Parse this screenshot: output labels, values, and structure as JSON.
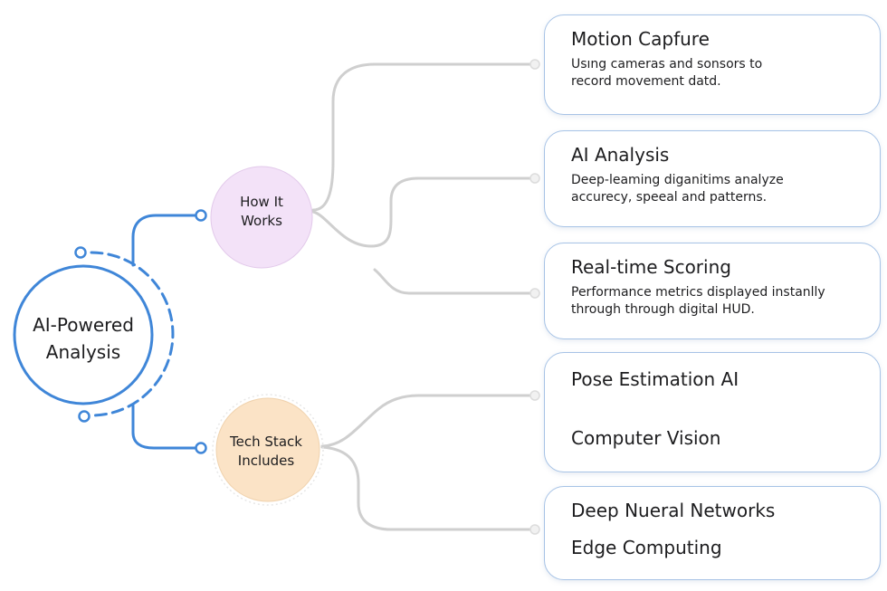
{
  "center": {
    "line1": "AI-Powered",
    "line2": "Analysis"
  },
  "branches": {
    "how_it_works": {
      "line1": "How It",
      "line2": "Works",
      "fill": "#f3e2f8"
    },
    "tech_stack": {
      "line1": "Tech Stack",
      "line2": "Includes",
      "fill": "#fbe3c6"
    }
  },
  "cards": [
    {
      "title": "Motion Capfure",
      "desc_line1": "Usıng cameras and sonsors to",
      "desc_line2": "record movement datd."
    },
    {
      "title": "AI Analysis",
      "desc_line1": "Deep-leaming diganitims analyze",
      "desc_line2": "accurecy, speeal and patterns."
    },
    {
      "title": "Real-time Scoring",
      "desc_line1": "Performance metrics displayed instanlly",
      "desc_line2": "through through digital HUD."
    },
    {
      "items": [
        "Pose Estimation AI",
        "Computer Vision"
      ]
    },
    {
      "items": [
        "Deep Nueral Networks",
        "Edge Computing"
      ]
    }
  ],
  "colors": {
    "accent_blue": "#3f86d8",
    "connector_gray": "#cfcfcf",
    "card_border": "#a7c3e6"
  }
}
